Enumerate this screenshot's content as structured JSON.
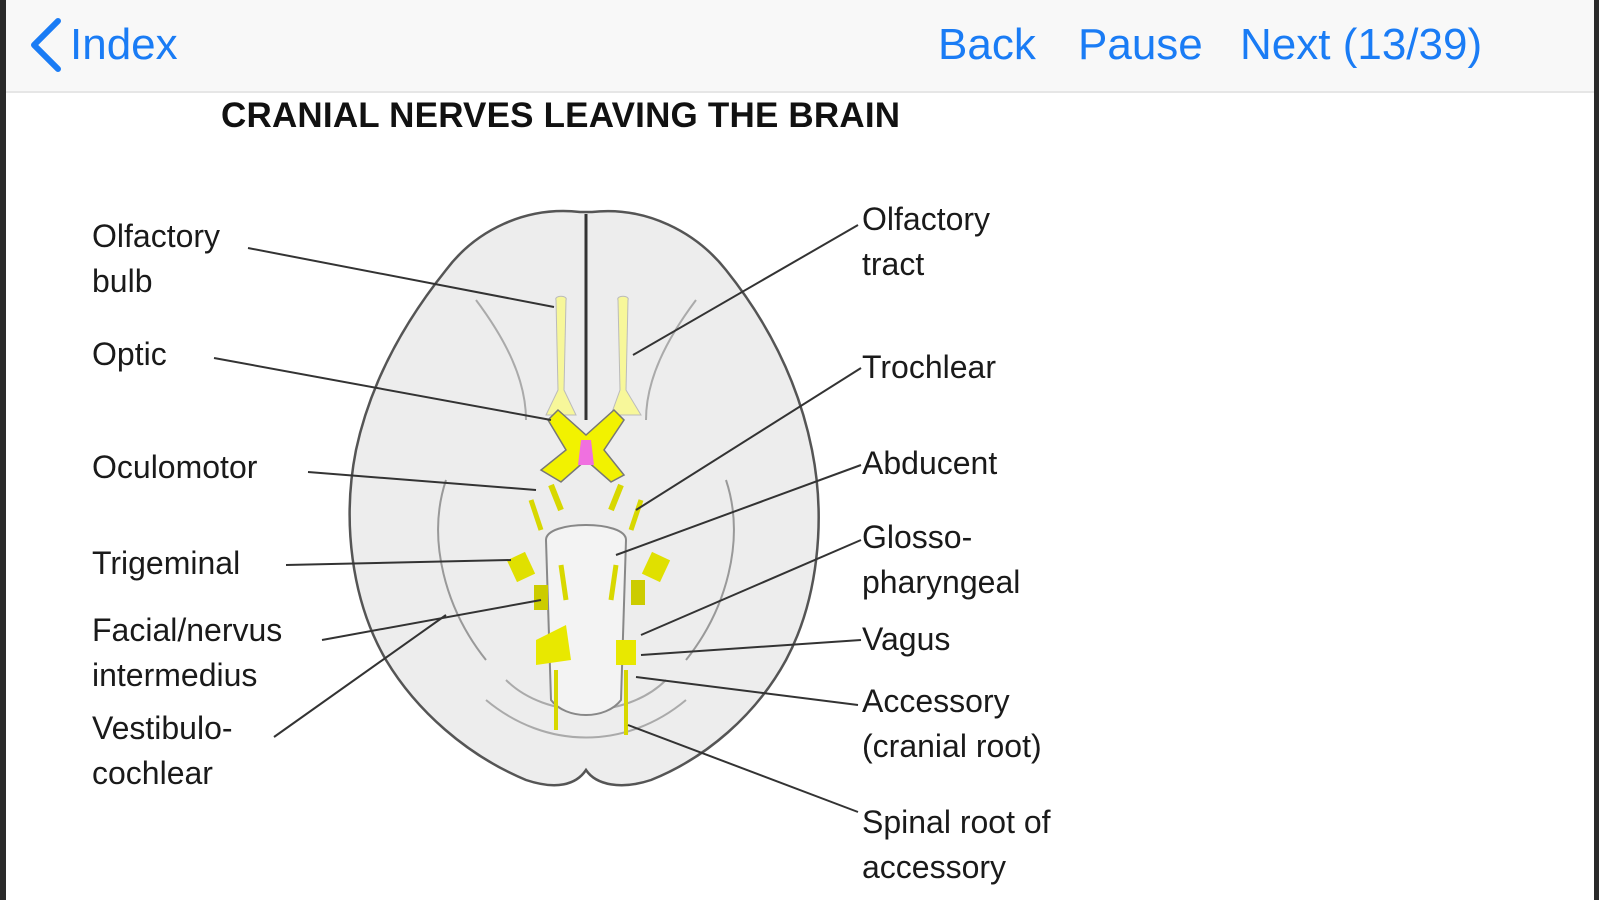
{
  "nav": {
    "back_label": "Index",
    "back_icon": "chevron-left-icon",
    "back_button": "Back",
    "pause_button": "Pause",
    "next_button": "Next (13/39)",
    "slide_current": 13,
    "slide_total": 39
  },
  "colors": {
    "accent": "#1a7cf5",
    "nerve_yellow": "#f2f200",
    "olfactory_pale": "#f7f79a",
    "pituitary_pink": "#f070e0",
    "brain_fill": "#eeeeee"
  },
  "figure": {
    "title": "CRANIAL NERVES LEAVING THE BRAIN",
    "left_labels": [
      {
        "id": "olfactory-bulb",
        "lines": [
          "Olfactory",
          "bulb"
        ]
      },
      {
        "id": "optic",
        "lines": [
          "Optic"
        ]
      },
      {
        "id": "oculomotor",
        "lines": [
          "Oculomotor"
        ]
      },
      {
        "id": "trigeminal",
        "lines": [
          "Trigeminal"
        ]
      },
      {
        "id": "facial",
        "lines": [
          "Facial/nervus",
          "intermedius"
        ]
      },
      {
        "id": "vestibulocochlear",
        "lines": [
          "Vestibulo-",
          "cochlear"
        ]
      }
    ],
    "right_labels": [
      {
        "id": "olfactory-tract",
        "lines": [
          "Olfactory",
          "tract"
        ]
      },
      {
        "id": "trochlear",
        "lines": [
          "Trochlear"
        ]
      },
      {
        "id": "abducent",
        "lines": [
          "Abducent"
        ]
      },
      {
        "id": "glossopharyngeal",
        "lines": [
          "Glosso-",
          "pharyngeal"
        ]
      },
      {
        "id": "vagus",
        "lines": [
          "Vagus"
        ]
      },
      {
        "id": "accessory-cranial",
        "lines": [
          "Accessory",
          "(cranial root)"
        ]
      },
      {
        "id": "spinal-accessory",
        "lines": [
          "Spinal root of",
          "accessory"
        ]
      }
    ]
  }
}
